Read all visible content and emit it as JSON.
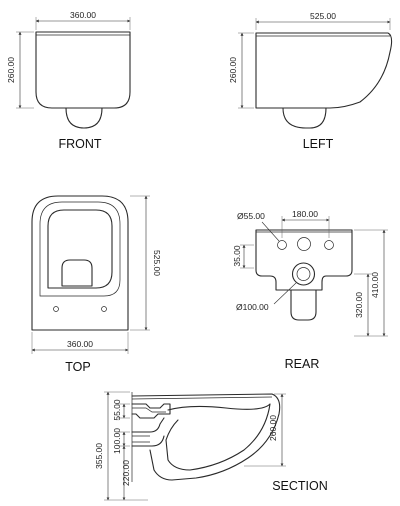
{
  "views": {
    "front": {
      "title": "FRONT",
      "dims": {
        "width": "360.00",
        "height": "260.00"
      }
    },
    "left": {
      "title": "LEFT",
      "dims": {
        "length": "525.00",
        "height": "260.00"
      }
    },
    "top": {
      "title": "TOP",
      "dims": {
        "length": "525.00",
        "width": "360.00"
      }
    },
    "rear": {
      "title": "REAR",
      "dims": {
        "bolt_spacing": "180.00",
        "bolt_diameter": "Ø55.00",
        "bolt_offset": "35.00",
        "outlet_diameter": "Ø100.00",
        "outlet_height": "320.00",
        "bolt_height": "410.00"
      }
    },
    "section": {
      "title": "SECTION",
      "dims": {
        "inlet_height": "55.00",
        "inlet_offset": "100.00",
        "outlet_height": "220.00",
        "total_height": "355.00",
        "bowl_height": "260.00"
      }
    }
  }
}
